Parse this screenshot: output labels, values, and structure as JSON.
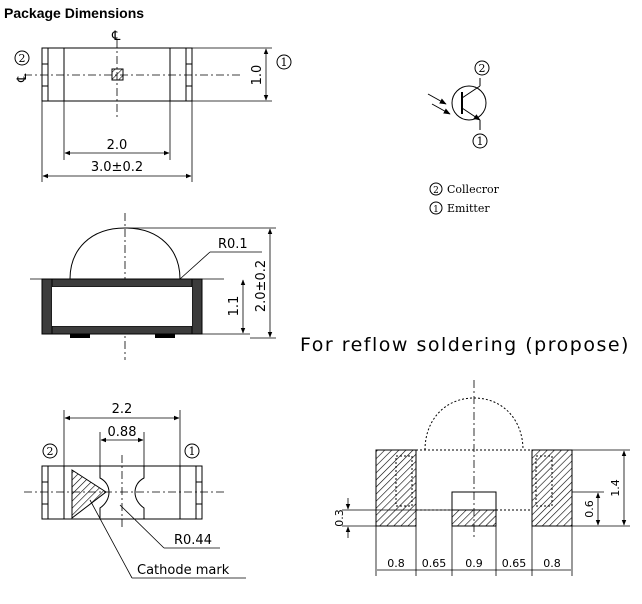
{
  "title": "Package Dimensions",
  "top_view": {
    "pin_left": "2",
    "pin_right": "1",
    "centerline_mark": "℄",
    "dim_width_inner": "2.0",
    "dim_width_outer": "3.0±0.2",
    "dim_height": "1.0"
  },
  "side_view": {
    "dim_radius": "R0.1",
    "dim_body_height": "1.1",
    "dim_total_height": "2.0±0.2"
  },
  "bottom_view": {
    "pin_left": "2",
    "pin_right": "1",
    "dim_outer": "2.2",
    "dim_inner": "0.88",
    "dim_radius": "R0.44",
    "cathode_label": "Cathode mark"
  },
  "symbol": {
    "pin_top": "2",
    "pin_bottom": "1",
    "legend": [
      {
        "num": "2",
        "label": "Collecror"
      },
      {
        "num": "1",
        "label": "Emitter"
      }
    ]
  },
  "reflow": {
    "title": "For reflow soldering (propose)",
    "dim_height_total": "1.4",
    "dim_pad_height": "0.6",
    "dim_left_height": "0.3",
    "bottom_dims": [
      "0.8",
      "0.65",
      "0.9",
      "0.65",
      "0.8"
    ]
  },
  "colors": {
    "body": "#3c3c3c",
    "line": "#000000"
  }
}
